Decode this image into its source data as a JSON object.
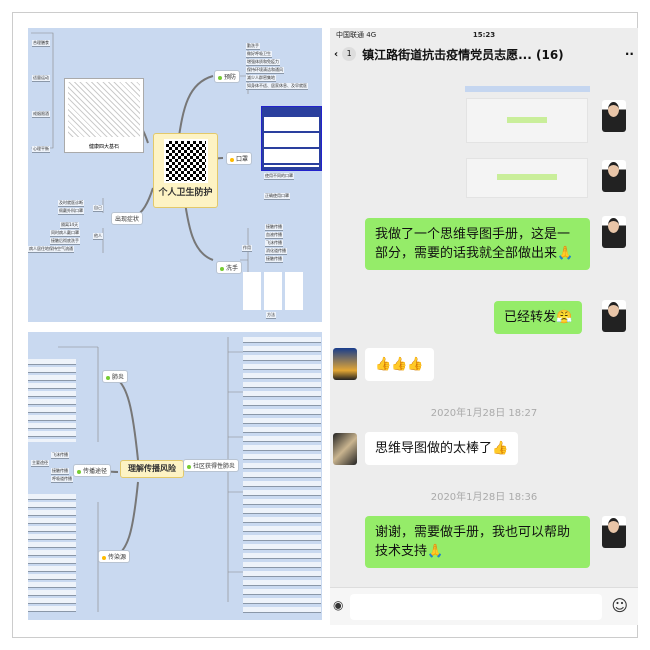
{
  "map1": {
    "center": "个人卫生防护",
    "left_image_caption": "健康四大基石",
    "left_leaves": [
      "合理膳食",
      "适量运动",
      "戒烟限酒",
      "心理平衡"
    ],
    "branches": {
      "prevent": {
        "label": "预防",
        "leaves": [
          "勤洗手",
          "做好呼吸卫生",
          "增强体质和免疫力",
          "保持环境清洁和通风",
          "减少人群密集地",
          "如身体不适、居家休息、及早就医"
        ]
      },
      "mask": {
        "label": "口罩",
        "leaves": [
          "使用不同的口罩",
          "正确使用口罩"
        ]
      },
      "symptom": {
        "label": "出现症状",
        "self": "自己",
        "self_leaves": [
          "及时就医诊断",
          "佩戴外科口罩"
        ],
        "others": "他人",
        "others_leaves": [
          "隔离14天",
          "同时病人戴口罩",
          "接触后彻底洗手",
          "病人居住地保持空气流通"
        ]
      },
      "wash": {
        "label": "洗手",
        "effect": "作用",
        "effect_leaves": [
          "接触传播",
          "血液传播",
          "飞沫传播",
          "消化道传播",
          "接触传播"
        ],
        "method": "方法"
      }
    }
  },
  "map2": {
    "center": "理解传播风险",
    "branches": [
      "肺炎",
      "传播途径",
      "传染源",
      "社区获得性肺炎"
    ],
    "route_leaves": [
      "飞沫传播",
      "接触传播",
      "呼吸道传播"
    ],
    "route_main": "主要途径"
  },
  "chat": {
    "carrier": "中国联通",
    "network": "4G",
    "time": "15:23",
    "back_badge": "1",
    "title": "镇江路街道抗击疫情党员志愿... (16)",
    "more": "··",
    "messages": [
      {
        "text": "我做了一个思维导图手册，这是一部分，需要的话我就全部做出来🙏"
      },
      {
        "text": "已经转发😤"
      },
      {
        "text": "👍👍👍"
      },
      {
        "timestamp": "2020年1月28日 18:27"
      },
      {
        "text": "思维导图做的太棒了👍"
      },
      {
        "timestamp": "2020年1月28日 18:36"
      },
      {
        "text": "谢谢，需要做手册，我也可以帮助技术支持🙏"
      }
    ]
  }
}
